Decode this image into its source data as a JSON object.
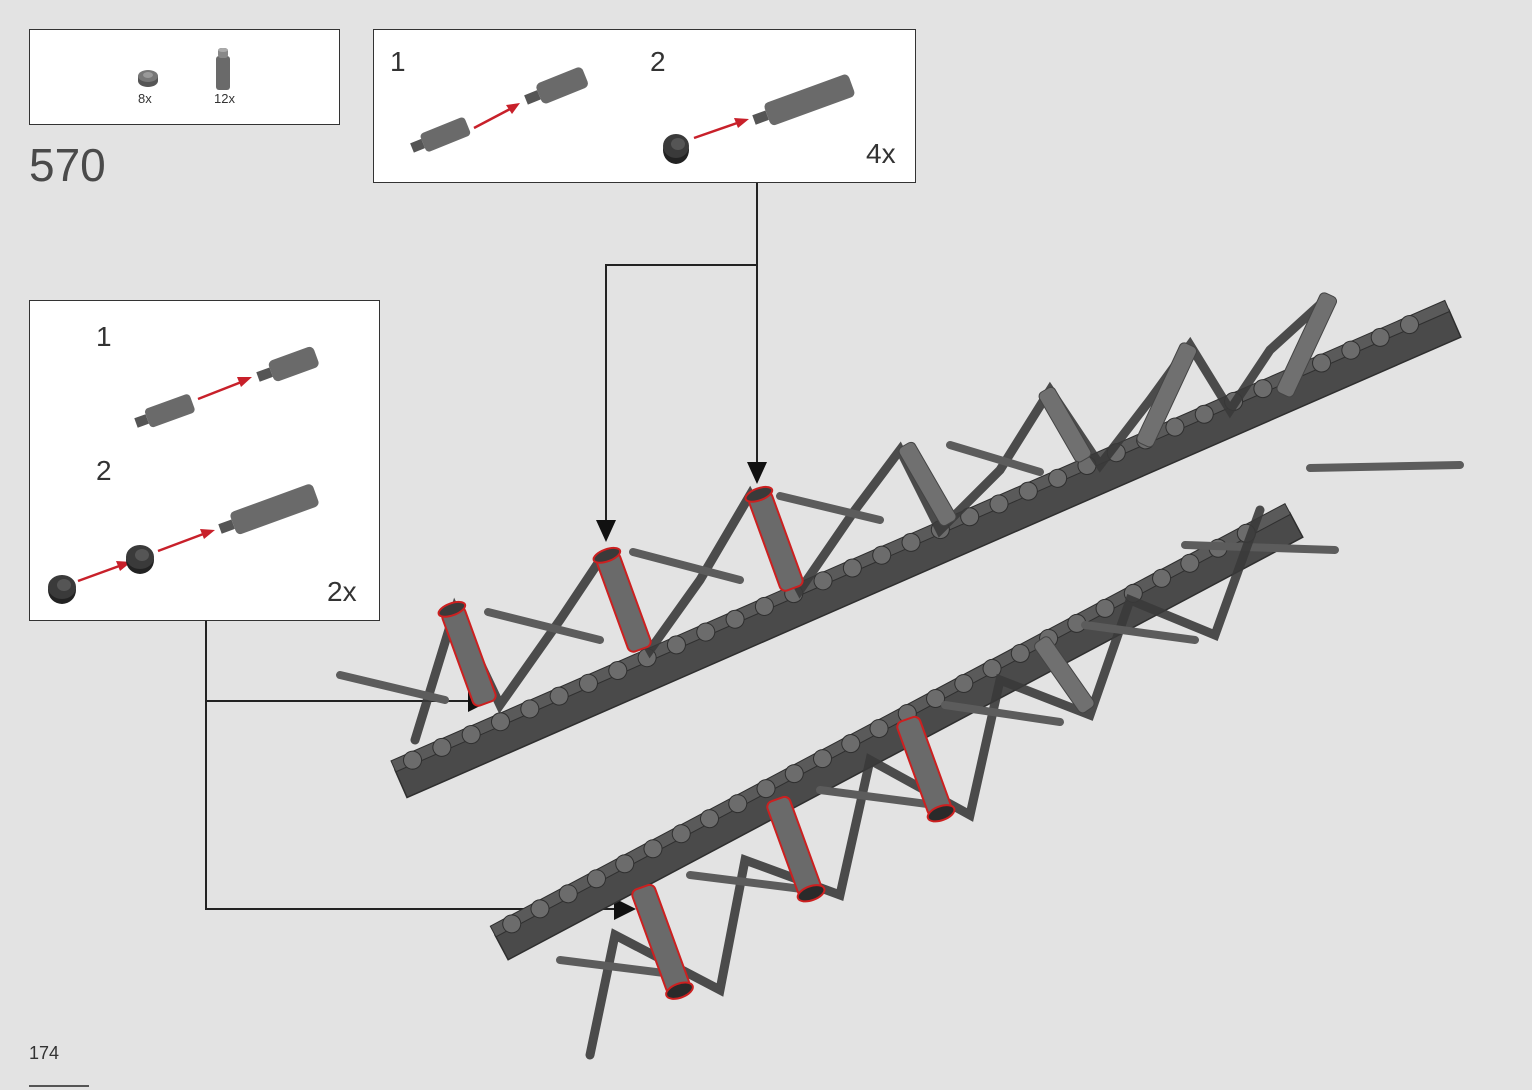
{
  "step_number": "570",
  "page_number": "174",
  "parts_list": {
    "items": [
      {
        "name": "round-plate-1x1",
        "qty": "8x"
      },
      {
        "name": "bar-with-stud",
        "qty": "12x"
      }
    ]
  },
  "sub_assembly_a": {
    "steps": [
      {
        "number": "1"
      },
      {
        "number": "2"
      }
    ],
    "multiplier": "4x"
  },
  "sub_assembly_b": {
    "steps": [
      {
        "number": "1"
      },
      {
        "number": "2"
      }
    ],
    "multiplier": "2x"
  },
  "colors": {
    "part_gray": "#6a6a6a",
    "part_dark": "#3c3c3c",
    "highlight_red": "#cc2020",
    "arrow_red": "#c8202a",
    "background": "#e3e3e3"
  }
}
